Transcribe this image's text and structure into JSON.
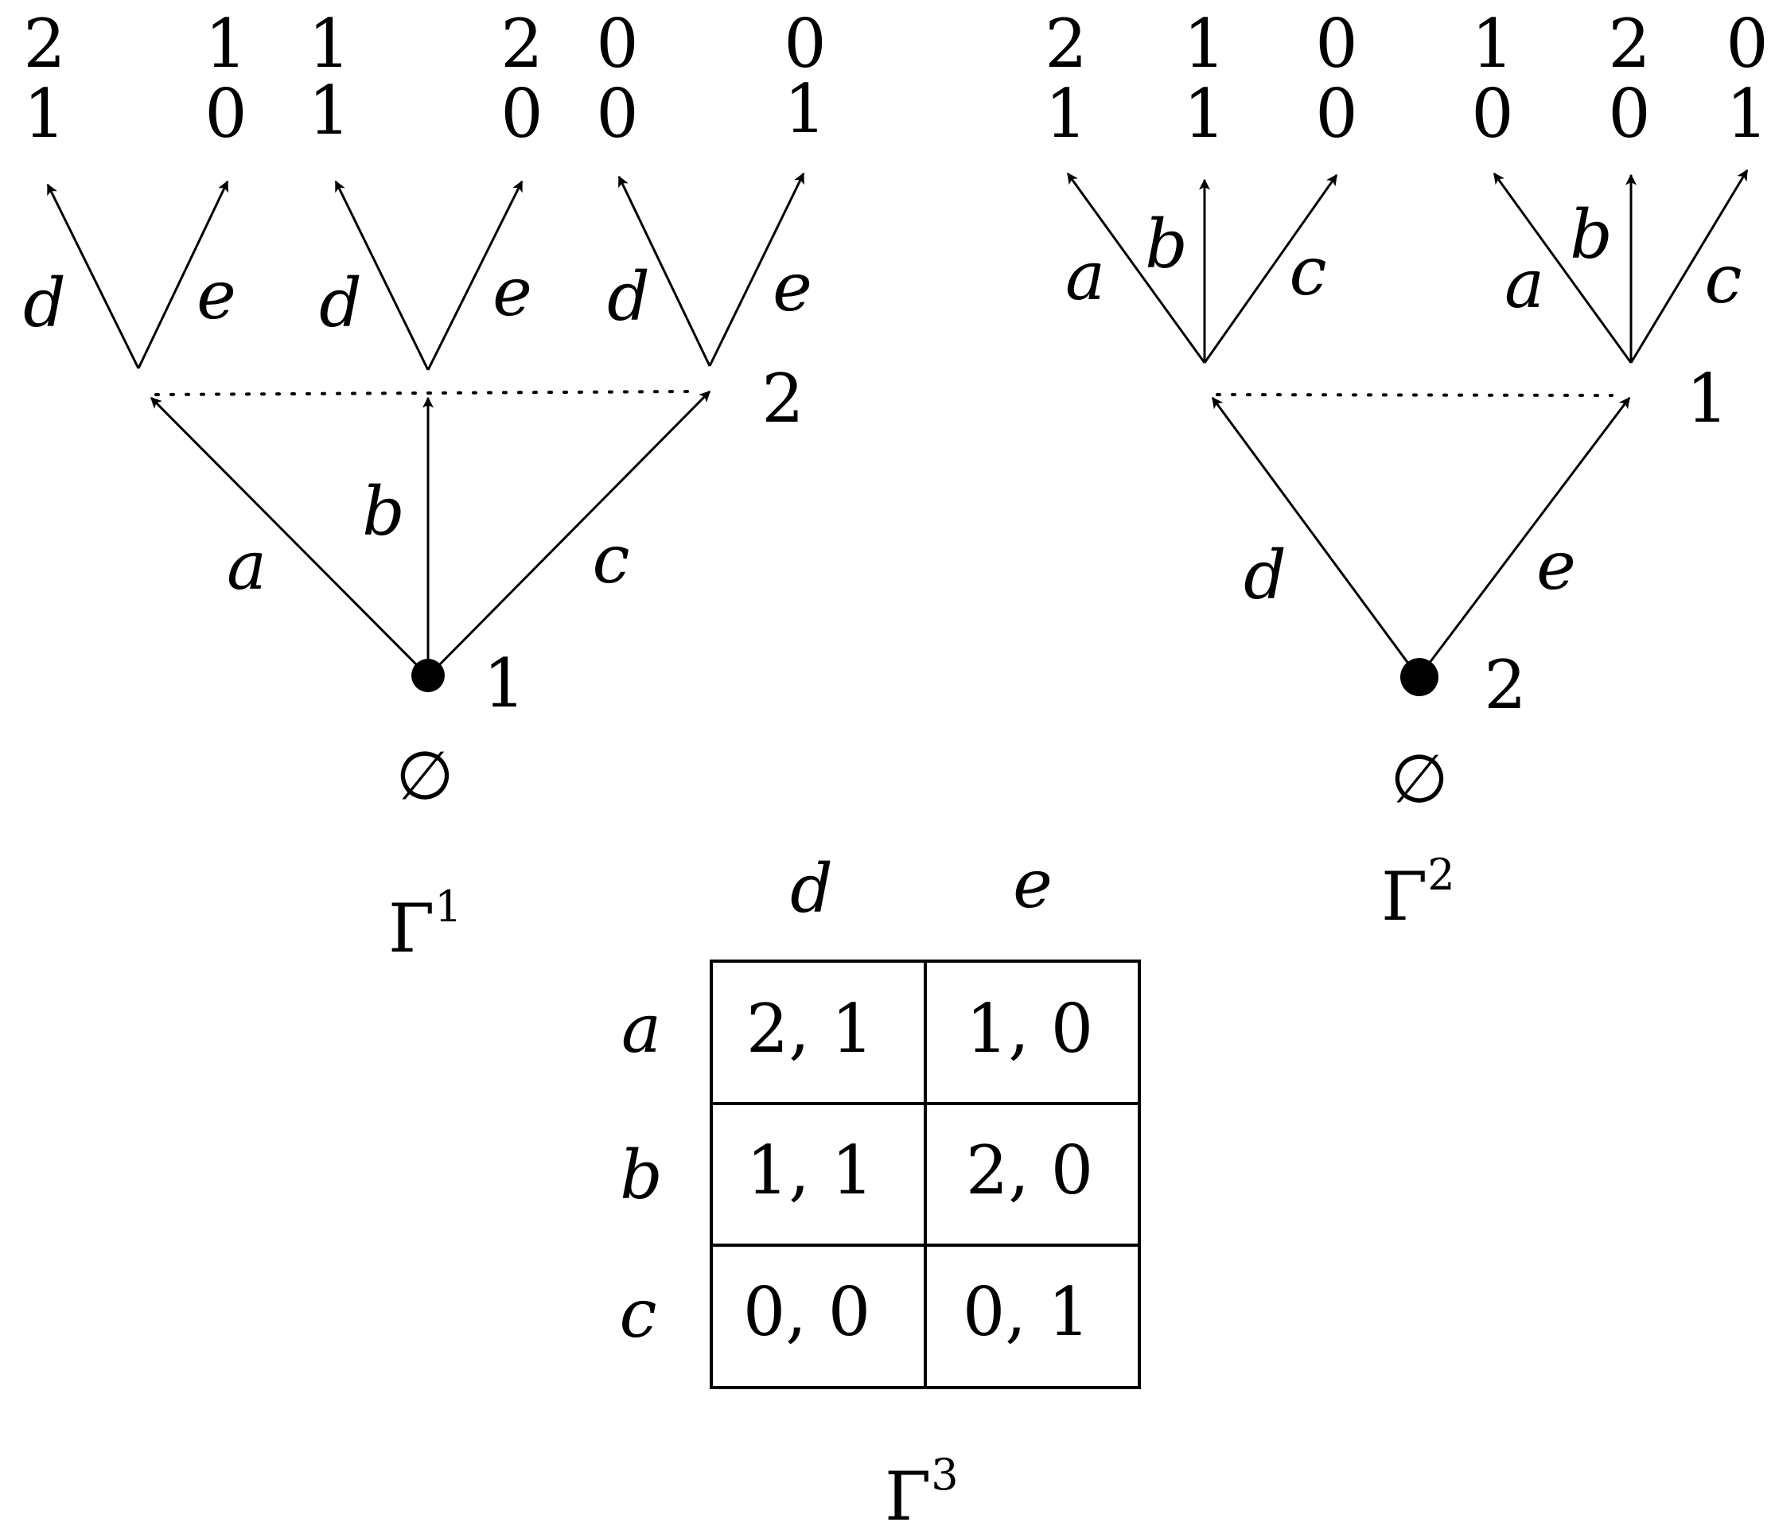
{
  "gamma1": {
    "title": "Γ",
    "sup": "1",
    "root_player": "1",
    "root_history": "∅",
    "info_set_player": "2",
    "first_actions": [
      "a",
      "b",
      "c"
    ],
    "second_actions": [
      [
        "d",
        "e"
      ],
      [
        "d",
        "e"
      ],
      [
        "d",
        "e"
      ]
    ],
    "payoffs": [
      {
        "top": "2",
        "bottom": "1"
      },
      {
        "top": "1",
        "bottom": "0"
      },
      {
        "top": "1",
        "bottom": "1"
      },
      {
        "top": "2",
        "bottom": "0"
      },
      {
        "top": "0",
        "bottom": "0"
      },
      {
        "top": "0",
        "bottom": "1"
      }
    ]
  },
  "gamma2": {
    "title": "Γ",
    "sup": "2",
    "root_player": "2",
    "root_history": "∅",
    "info_set_player": "1",
    "first_actions": [
      "d",
      "e"
    ],
    "second_actions": [
      [
        "a",
        "b",
        "c"
      ],
      [
        "a",
        "b",
        "c"
      ]
    ],
    "payoffs": [
      {
        "top": "2",
        "bottom": "1"
      },
      {
        "top": "1",
        "bottom": "1"
      },
      {
        "top": "0",
        "bottom": "0"
      },
      {
        "top": "1",
        "bottom": "0"
      },
      {
        "top": "2",
        "bottom": "0"
      },
      {
        "top": "0",
        "bottom": "1"
      }
    ]
  },
  "gamma3": {
    "title": "Γ",
    "sup": "3",
    "col_labels": [
      "d",
      "e"
    ],
    "row_labels": [
      "a",
      "b",
      "c"
    ],
    "cells": [
      [
        "2, 1",
        "1, 0"
      ],
      [
        "1, 1",
        "2, 0"
      ],
      [
        "0, 0",
        "0, 1"
      ]
    ]
  }
}
